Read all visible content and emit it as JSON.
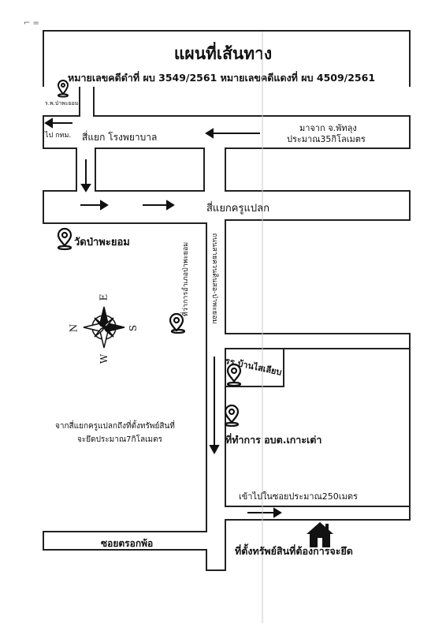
{
  "map": {
    "title": "แผนที่เส้นทาง",
    "case_numbers": "หมายเลขคดีดำที่ ผบ 3549/2561 หมายเลขคดีแดงที่ ผบ 4509/2561",
    "hospital_short": "ร.พ.ป่าพะยอม",
    "to_bangkok": "ไป กทม.",
    "from_phatthalung_line1": "มาจาก จ.พัทลุง",
    "from_phatthalung_line2": "ประมาณ35กิโลเมตร",
    "hospital_intersection": "สี่แยก โรงพยาบาล",
    "kruplak_intersection": "สี่แยกครูแปลก",
    "temple": "วัดป่าพะยอม",
    "district_office": "ที่ว่าการอำเภอป่าพะยอม",
    "road_name": "ถนนสายควนดินสอ-ป่าพะยอม",
    "school": "รร.บ้านไสเลียบ",
    "sao_office": "ที่ทำการ อบต.เกาะเต่า",
    "distance_note_line1": "จากสี่แยกครูแปลกถึงที่ตั้งทรัพย์สินที่",
    "distance_note_line2": "จะยึดประมาณ7กิโลเมตร",
    "soi_distance": "เข้าไปในซอยประมาณ250เมตร",
    "soi_name": "ซอยตรอกพ้อ",
    "property_location": "ที่ตั้งทรัพย์สินที่ต้องการจะยึด",
    "compass": {
      "n": "N",
      "e": "E",
      "s": "S",
      "w": "W"
    },
    "icons": [
      "location-pin-icon",
      "compass-rose-icon",
      "house-icon",
      "arrow-icon"
    ],
    "colors": {
      "ink": "#111111",
      "paper": "#ffffff"
    }
  }
}
